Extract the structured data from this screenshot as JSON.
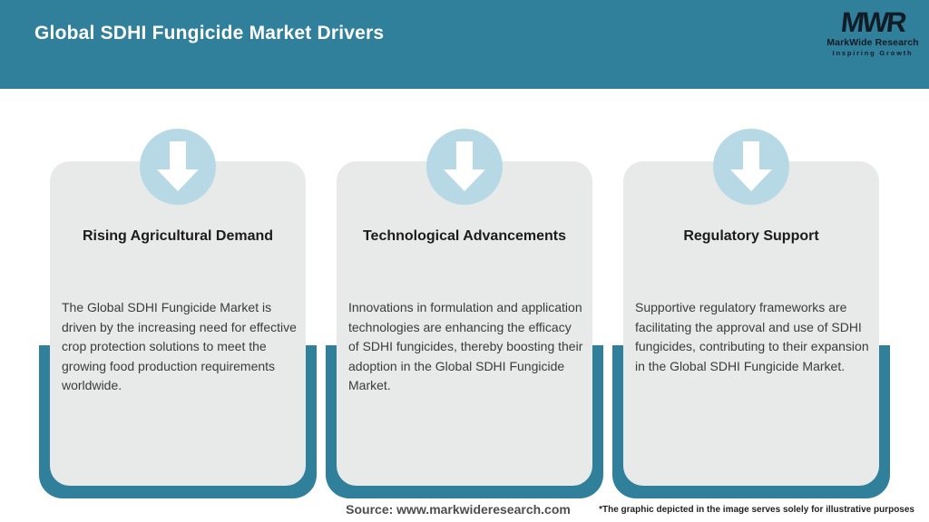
{
  "header": {
    "title": "Global SDHI Fungicide Market Drivers",
    "logo": {
      "mark": "MWR",
      "name": "MarkWide Research",
      "tagline": "Inspiring Growth"
    }
  },
  "cards": [
    {
      "icon": "down-arrow-icon",
      "title": "Rising Agricultural Demand",
      "body": "The Global SDHI Fungicide Market is driven by the increasing need for effective crop protection solutions to meet the growing food production requirements worldwide."
    },
    {
      "icon": "down-arrow-icon",
      "title": "Technological Advancements",
      "body": "Innovations in formulation and application technologies are enhancing the efficacy of SDHI fungicides, thereby boosting their adoption in the Global SDHI Fungicide Market."
    },
    {
      "icon": "down-arrow-icon",
      "title": "Regulatory Support",
      "body": "Supportive regulatory frameworks are facilitating the approval and use of SDHI fungicides, contributing to their expansion in the Global SDHI Fungicide Market."
    }
  ],
  "footer": {
    "source": "Source: www.markwideresearch.com",
    "disclaimer": "*The graphic depicted in the image serves solely for illustrative purposes"
  },
  "colors": {
    "accent_teal": "#31809b",
    "card_background": "#e8eaea",
    "circle_blue": "#b7d9e5",
    "title_text": "#ffffff",
    "heading_text": "#1b1b1b",
    "body_text": "#3b3b3b",
    "logo_text": "#111c26",
    "source_text": "#4d4d4d"
  }
}
